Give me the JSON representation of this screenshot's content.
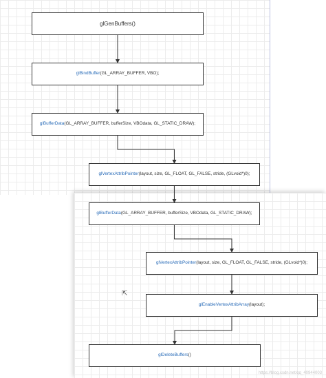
{
  "nodes": [
    {
      "id": "n1",
      "fn": "",
      "args": "glGenBuffers()"
    },
    {
      "id": "n2",
      "fn": "glBindBuffer",
      "args": "(GL_ARRAY_BUFFER, VBO);"
    },
    {
      "id": "n3",
      "fn": "glBufferData",
      "args": "(GL_ARRAY_BUFFER, bufferSize, VBOdata, GL_STATIC_DRAW);"
    },
    {
      "id": "n4",
      "fn": "glVertexAttribPointer",
      "args": "(layout, size, GL_FLOAT, GL_FALSE, stride, (GLvoid*)0);"
    },
    {
      "id": "n5",
      "fn": "glBufferData",
      "args": "(GL_ARRAY_BUFFER, bufferSize, VBOdata, GL_STATIC_DRAW);"
    },
    {
      "id": "n6",
      "fn": "glVertexAttribPointer",
      "args": "(layout, size, GL_FLOAT, GL_FALSE, stride, (GLvoid*)0);"
    },
    {
      "id": "n7",
      "fn": "glEnableVertexAttribArray",
      "args": "(layout);"
    },
    {
      "id": "n8",
      "fn": "glDeleteBuffers",
      "args": "()"
    }
  ],
  "edges": [
    [
      "n1",
      "n2"
    ],
    [
      "n2",
      "n3"
    ],
    [
      "n3",
      "n4"
    ],
    [
      "n4",
      "n5"
    ],
    [
      "n5",
      "n6"
    ],
    [
      "n6",
      "n7"
    ],
    [
      "n7",
      "n8"
    ]
  ],
  "watermark": "https://blog.csdn.net/qq_40944003",
  "colors": {
    "function": "#2a6cb8",
    "text": "#333333",
    "border": "#333333",
    "grid": "#ececec"
  }
}
